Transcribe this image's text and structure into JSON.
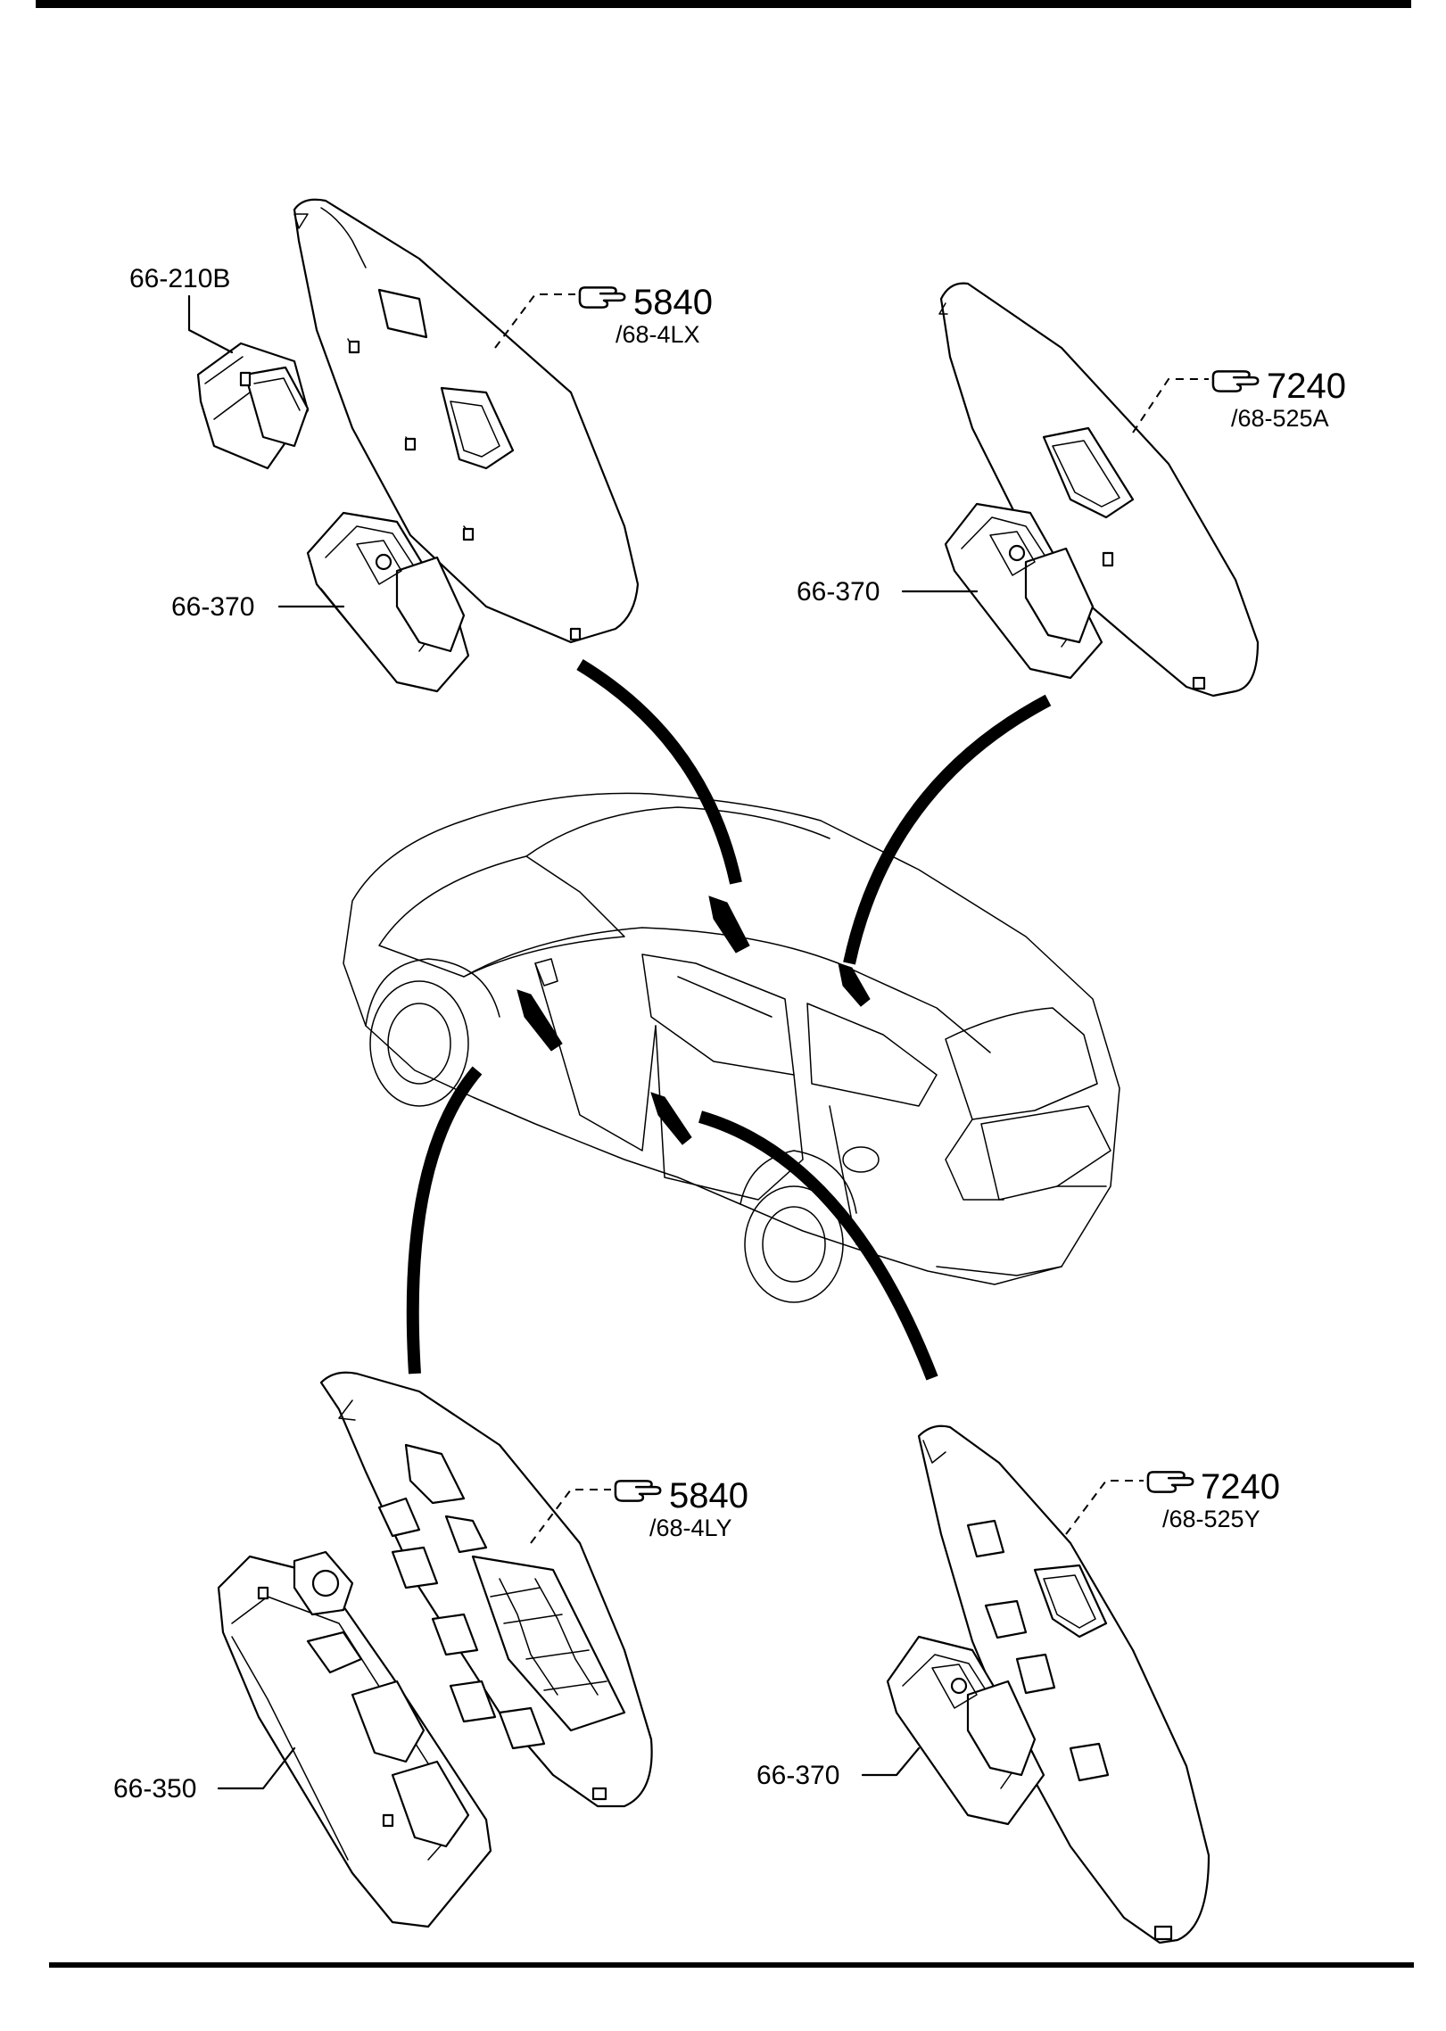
{
  "labels": {
    "switch_rear_left": "66-210B",
    "switch_front_right": "66-370",
    "switch_rear_right": "66-370",
    "switch_main": "66-350",
    "switch_front_left": "66-370"
  },
  "refs": {
    "front_right_trim": {
      "num": "5840",
      "sub": "/68-4LX"
    },
    "rear_right_trim": {
      "num": "7240",
      "sub": "/68-525A"
    },
    "front_left_trim": {
      "num": "5840",
      "sub": "/68-4LY"
    },
    "rear_left_trim": {
      "num": "7240",
      "sub": "/68-525Y"
    }
  },
  "icons": [
    "pointing-hand-icon"
  ]
}
